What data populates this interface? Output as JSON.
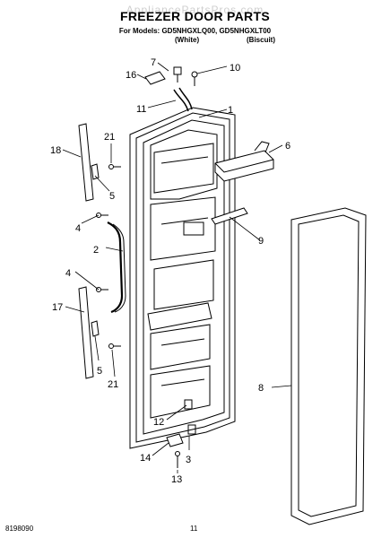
{
  "watermark": "AppliancePartsPros.com",
  "header": {
    "title": "FREEZER DOOR PARTS",
    "models_line": "For Models: GD5NHGXLQ00, GD5NHGXLT00",
    "variant_white": "(White)",
    "variant_biscuit": "(Biscuit)"
  },
  "callouts": {
    "c1": "1",
    "c2": "2",
    "c3": "3",
    "c4a": "4",
    "c4b": "4",
    "c5a": "5",
    "c5b": "5",
    "c6": "6",
    "c7": "7",
    "c8": "8",
    "c9": "9",
    "c10": "10",
    "c11": "11",
    "c12": "12",
    "c13": "13",
    "c14": "14",
    "c16": "16",
    "c17": "17",
    "c18": "18",
    "c21a": "21",
    "c21b": "21"
  },
  "footer": {
    "doc_number": "8198090",
    "page_number": "11"
  }
}
